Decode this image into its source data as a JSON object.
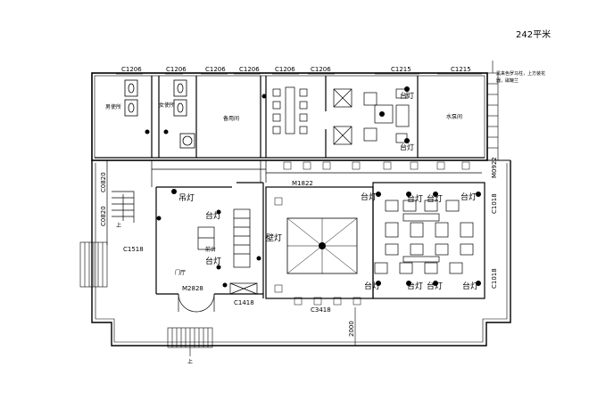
{
  "header": {
    "page_label": "242平米",
    "corner_note_line1": "黑来色罗马柱，上方装花",
    "corner_note_line2": "器，磁罐兰"
  },
  "windows_top": [
    "C1206",
    "C1206",
    "C1206",
    "C1206",
    "C1206",
    "C1206",
    "C1215",
    "C1215"
  ],
  "windows_side": {
    "left_upper": "C0820",
    "left_lower": "C0820",
    "left_stair": "C1518",
    "right_door": "M0922",
    "right_upper": "C1018",
    "right_lower": "C1018"
  },
  "doors": {
    "center_top": "M1822",
    "entry": "M2828",
    "front_window": "C1418",
    "bottom_center": "C3418"
  },
  "dimensions": {
    "bottom_depth": "2000"
  },
  "rooms": {
    "mens_toilet": "男使所",
    "womens_toilet": "女使所",
    "storage": "备用间",
    "water_room": "水泵间",
    "lobby": "门厅",
    "front_desk": "前台"
  },
  "lights": {
    "ceiling_lamp": "吊灯",
    "table_lamp": "台灯",
    "wall_lamp": "壁灯"
  },
  "stair_marks": {
    "up": "上"
  }
}
